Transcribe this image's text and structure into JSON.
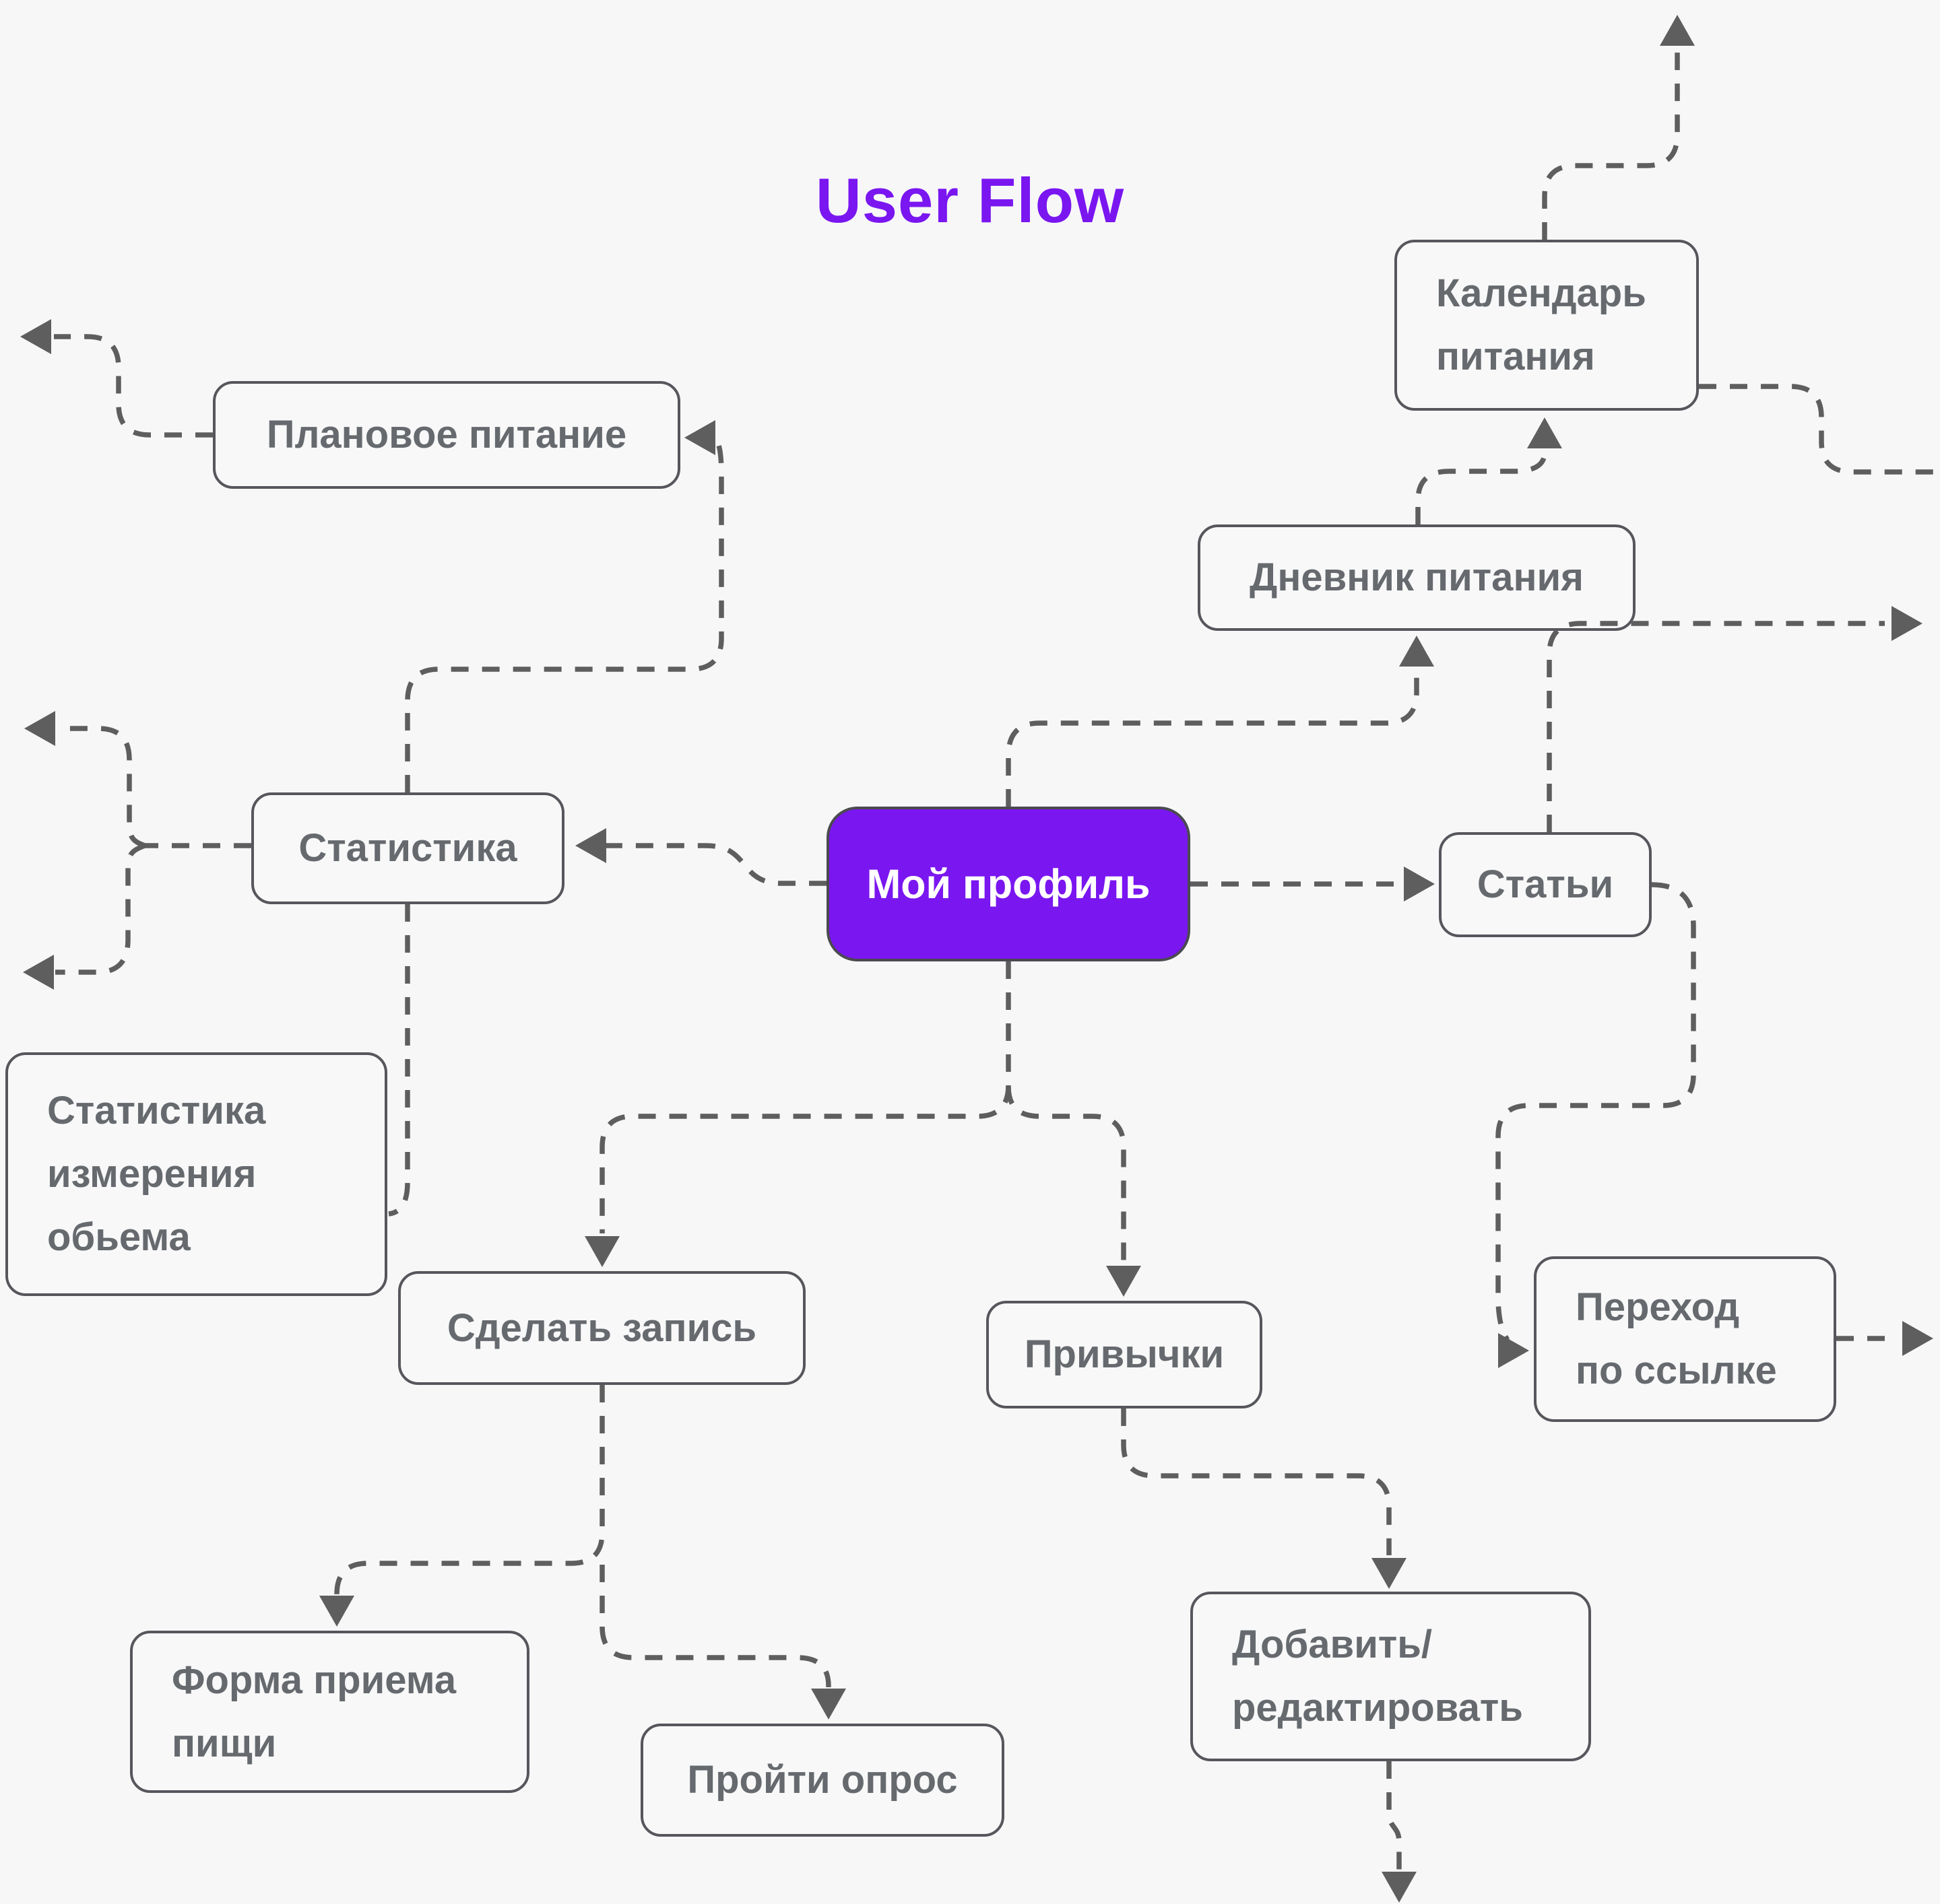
{
  "title": "User Flow",
  "colors": {
    "background": "#f7f7f8",
    "accent": "#7a16f0",
    "node_border": "#56575c",
    "node_text": "#666a6e",
    "node_fill": "#f8f8f9",
    "edge": "#5e5e5e",
    "profile_text": "#ffffff"
  },
  "nodes": [
    {
      "id": "planned-meals",
      "label": "Плановое питание"
    },
    {
      "id": "meal-calendar",
      "label": "Календарь\nпитания"
    },
    {
      "id": "food-diary",
      "label": "Дневник питания"
    },
    {
      "id": "statistics",
      "label": "Статистика"
    },
    {
      "id": "my-profile",
      "label": "Мой профиль"
    },
    {
      "id": "articles",
      "label": "Статьи"
    },
    {
      "id": "volume-stats",
      "label": "Статистика\nизмерения\nобьема"
    },
    {
      "id": "make-record",
      "label": "Сделать запись"
    },
    {
      "id": "habits",
      "label": "Привычки"
    },
    {
      "id": "follow-link",
      "label": "Переход\nпо ссылке"
    },
    {
      "id": "meal-form",
      "label": "Форма приема\nпищи"
    },
    {
      "id": "survey",
      "label": "Пройти опрос"
    },
    {
      "id": "add-edit",
      "label": "Добавить/\nредактировать"
    }
  ]
}
